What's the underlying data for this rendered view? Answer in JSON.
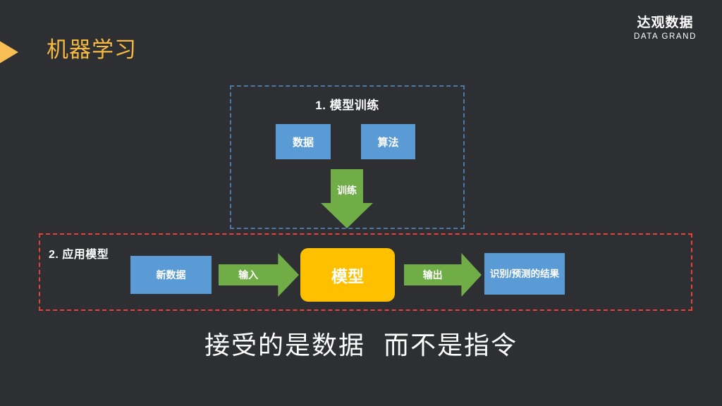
{
  "slide": {
    "title": "机器学习",
    "background_color": "#2d2f33",
    "accent_color": "#f5b942"
  },
  "logo": {
    "cn": "达观数据",
    "en": "DATA GRAND"
  },
  "training_section": {
    "title": "1. 模型训练",
    "border_color": "#4a79a8",
    "nodes": [
      {
        "label": "数据",
        "color": "#5b9bd5"
      },
      {
        "label": "算法",
        "color": "#5b9bd5"
      }
    ],
    "arrow": {
      "label": "训练",
      "direction": "down",
      "color": "#70ad47"
    }
  },
  "apply_section": {
    "title": "2. 应用模型",
    "border_color": "#e8403a",
    "flow": [
      {
        "type": "box",
        "label": "新数据",
        "color": "#5b9bd5"
      },
      {
        "type": "arrow",
        "label": "输入",
        "color": "#70ad47"
      },
      {
        "type": "box",
        "label": "模型",
        "color": "#ffc000"
      },
      {
        "type": "arrow",
        "label": "输出",
        "color": "#70ad47"
      },
      {
        "type": "box",
        "label": "识别/预测的结果",
        "color": "#5b9bd5"
      }
    ]
  },
  "caption": {
    "part1": "接受的是数据",
    "part2": "而不是指令"
  }
}
